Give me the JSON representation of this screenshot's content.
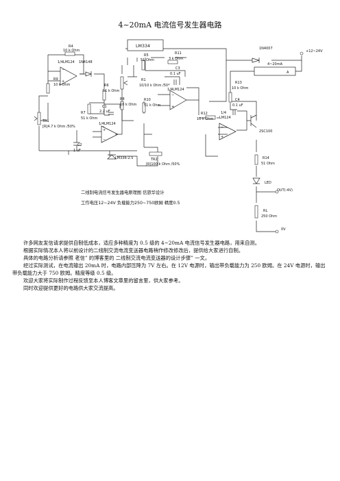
{
  "title": "4~20mA 电流信号发生器电路",
  "schematic": {
    "components": {
      "r4": [
        "R4",
        "10 k Ohm"
      ],
      "r5": [
        "R5",
        "51 Ohm"
      ],
      "r11": [
        "R11",
        "3 k Ohm"
      ],
      "c3": [
        "C3",
        "0.1 uF"
      ],
      "lm334": [
        "LM334"
      ],
      "d1n4007": [
        "1N4007"
      ],
      "vsupply": [
        "+12~24V"
      ],
      "meter": [
        "4~20mA",
        "A"
      ],
      "u1": [
        "1/4LM124"
      ],
      "d1n4148": [
        "1N4148"
      ],
      "r9": [
        "R9",
        "10 k Ohm"
      ],
      "r6": [
        "R6",
        "51 k Ohm"
      ],
      "r1": [
        "R1",
        "10/10 k Ohm /50*"
      ],
      "u4": [
        "1/4LM124"
      ],
      "r13": [
        "R13",
        "10 k Ohm"
      ],
      "c4": [
        "C4",
        "0.1 uF"
      ],
      "r7": [
        "R7",
        "51 k Ohm"
      ],
      "c1": [
        "C1",
        "2.2 uF"
      ],
      "r8": [
        "R8",
        "10 k Ohm"
      ],
      "r10": [
        "R10",
        "51 k Ohm"
      ],
      "r12": [
        "R12",
        "10 k Ohm"
      ],
      "u3": [
        "1/4",
        "LM124"
      ],
      "tr1": [
        "TR1",
        "[R]4.7 k Ohm /50%"
      ],
      "u2": [
        "1/4LM124"
      ],
      "q1": [
        "2SC100"
      ],
      "c2": [
        "C2",
        "1 uF"
      ],
      "lm336": [
        "LM336-2.5"
      ],
      "tr2": [
        "TR2",
        "[R]100 k Ohm /50%"
      ],
      "r14": [
        "R14",
        "51 Ohm"
      ],
      "led": [
        "LED"
      ],
      "out": [
        "OUT(-4V)"
      ],
      "rl": [
        "RL",
        "250 Ohm"
      ],
      "gnd": [
        "0V"
      ]
    },
    "caption_line1": "二线制电流信号发生器电原理图    信旅华设计",
    "caption_line2": "工作电压12~24V 负载能力250~750欧姆  精度0.5"
  },
  "paragraphs": [
    "许多网友发信请求提供自制低成本，适应多种精度为 0.5 级的 4~20mA 电流信号发生器电路，用来自测。",
    "根据实际情况本人将以前设计的二线制交流电流变送器电路稍作修改修改后，提供给大家进行自制。",
    "具体的电路分析请参照    老信” 的博客里的    二线制交流电流变送器的设计步骤” 一文。",
    "经过实际测试，在电流输出 20mA 时，电路内部压降为 7V 左右。在 12V 电源时，输出带负载能力为 250 欧姆。在 24V 电源时，输出带负载能力大于 750 欧姆。精度等级 0.5 级。",
    "欢迎大家将实际制作过程反馈至本人博客文章里的留言里，供大家参考。",
    "同时欢迎提供更好的电路供大家交流提高。"
  ]
}
